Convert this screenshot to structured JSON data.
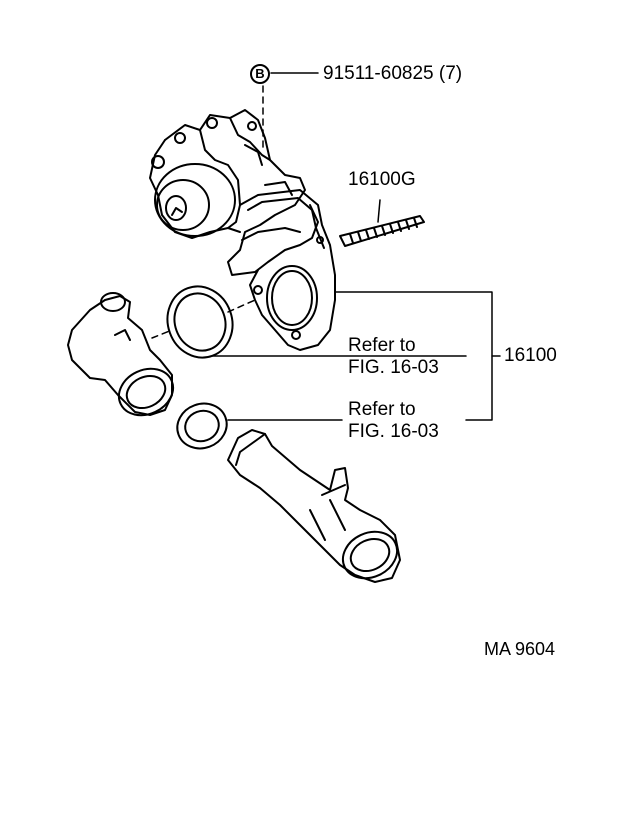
{
  "diagram": {
    "bolt_marker": "B",
    "labels": {
      "bolt_part": "91511-60825 (7)",
      "stud_part": "16100G",
      "assembly_part": "16100",
      "refer_1_line1": "Refer to",
      "refer_1_line2": "FIG. 16-03",
      "refer_2_line1": "Refer to",
      "refer_2_line2": "FIG. 16-03",
      "illustration_code": "MA 9604"
    }
  }
}
